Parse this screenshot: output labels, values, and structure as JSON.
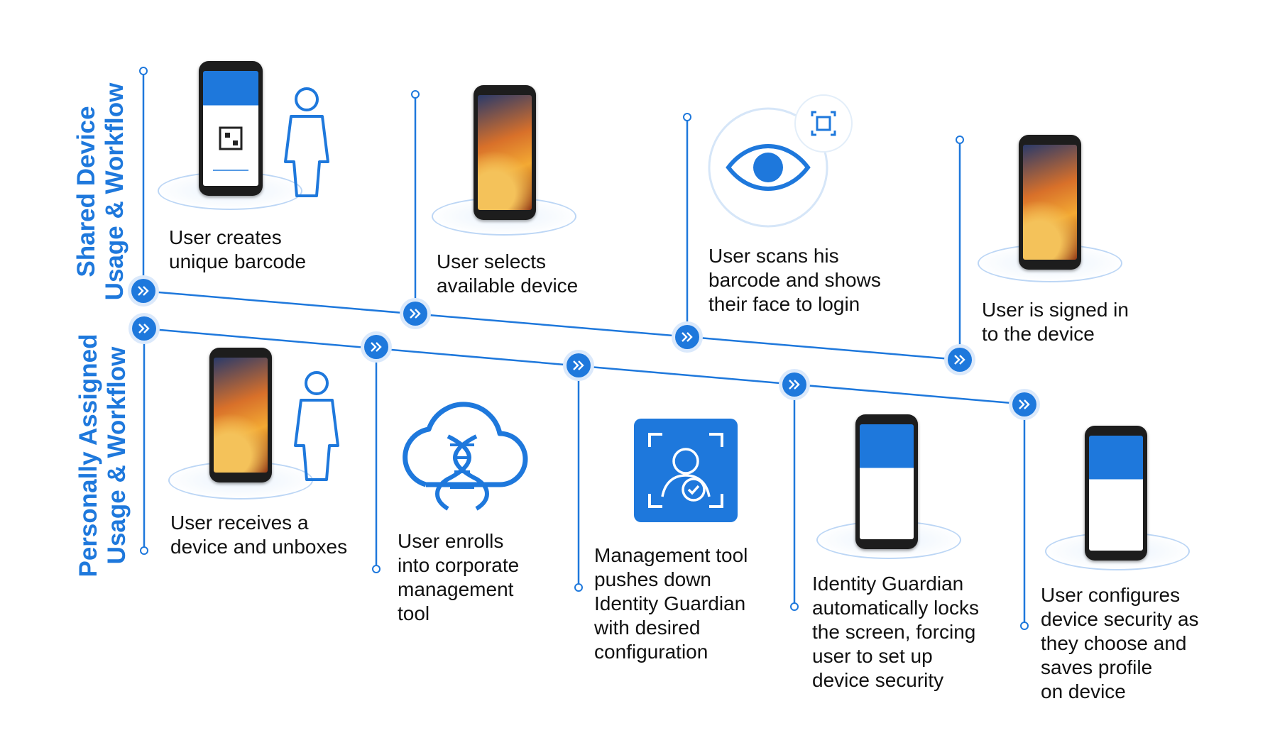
{
  "sections": {
    "shared": "Shared Device\nUsage & Workflow",
    "personal": "Personally Assigned\nUsage & Workflow"
  },
  "shared_steps": [
    {
      "caption": "User creates\nunique barcode"
    },
    {
      "caption": "User selects\navailable device"
    },
    {
      "caption": "User scans his\nbarcode and shows\ntheir face to login"
    },
    {
      "caption": "User is signed in\nto the device"
    }
  ],
  "personal_steps": [
    {
      "caption": "User receives a\ndevice and unboxes"
    },
    {
      "caption": "User enrolls\ninto corporate\nmanagement\ntool"
    },
    {
      "caption": "Management tool\npushes down\nIdentity Guardian\nwith desired\nconfiguration"
    },
    {
      "caption": "Identity Guardian\nautomatically locks\nthe screen, forcing\nuser to set up\ndevice security"
    },
    {
      "caption": "User configures\ndevice security as\nthey choose and\nsaves profile\non device"
    }
  ],
  "icons": [
    "chevron-double-right-icon",
    "person-icon",
    "eye-icon",
    "scan-icon",
    "cloud-dna-icon",
    "face-id-icon",
    "phone-icon"
  ],
  "colors": {
    "accent": "#1e78dc",
    "halo": "#dbe9fb"
  }
}
